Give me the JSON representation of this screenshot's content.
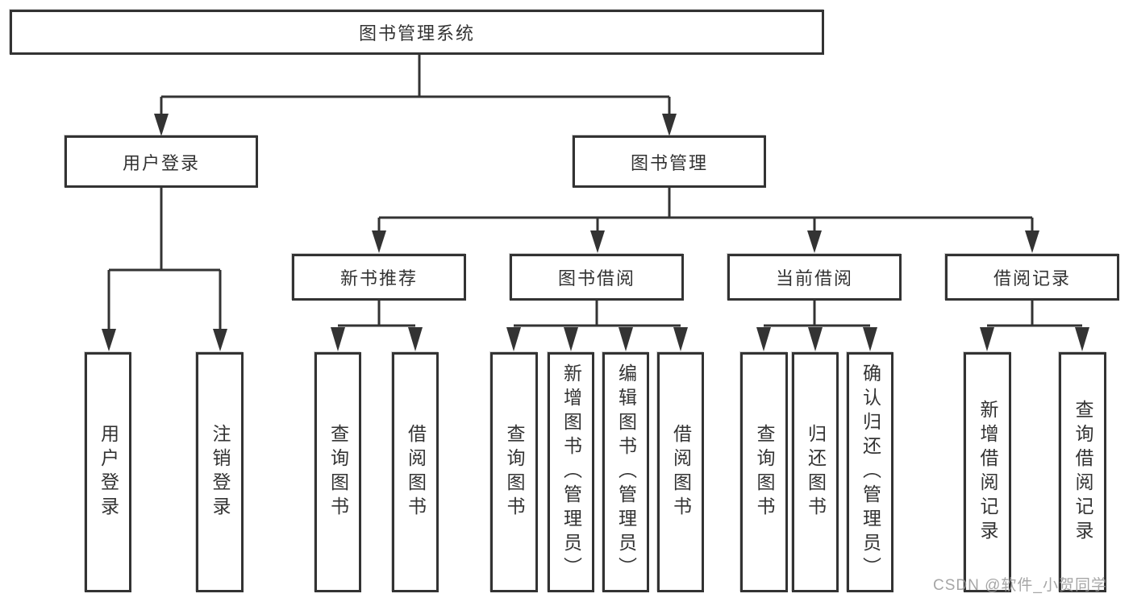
{
  "diagram": {
    "root": "图书管理系统",
    "branches": [
      {
        "label": "用户登录",
        "children": [
          "用户登录",
          "注销登录"
        ]
      },
      {
        "label": "图书管理",
        "sections": [
          {
            "label": "新书推荐",
            "children": [
              "查询图书",
              "借阅图书"
            ]
          },
          {
            "label": "图书借阅",
            "children": [
              "查询图书",
              "新增图书（管理员）",
              "编辑图书（管理员）",
              "借阅图书"
            ]
          },
          {
            "label": "当前借阅",
            "children": [
              "查询图书",
              "归还图书",
              "确认归还（管理员）"
            ]
          },
          {
            "label": "借阅记录",
            "children": [
              "新增借阅记录",
              "查询借阅记录"
            ]
          }
        ]
      }
    ]
  },
  "watermark": "CSDN @软件_小贺同学",
  "colors": {
    "line": "#333333",
    "border": "#333333",
    "text": "#333333",
    "background": "#ffffff",
    "watermark": "#969696"
  }
}
